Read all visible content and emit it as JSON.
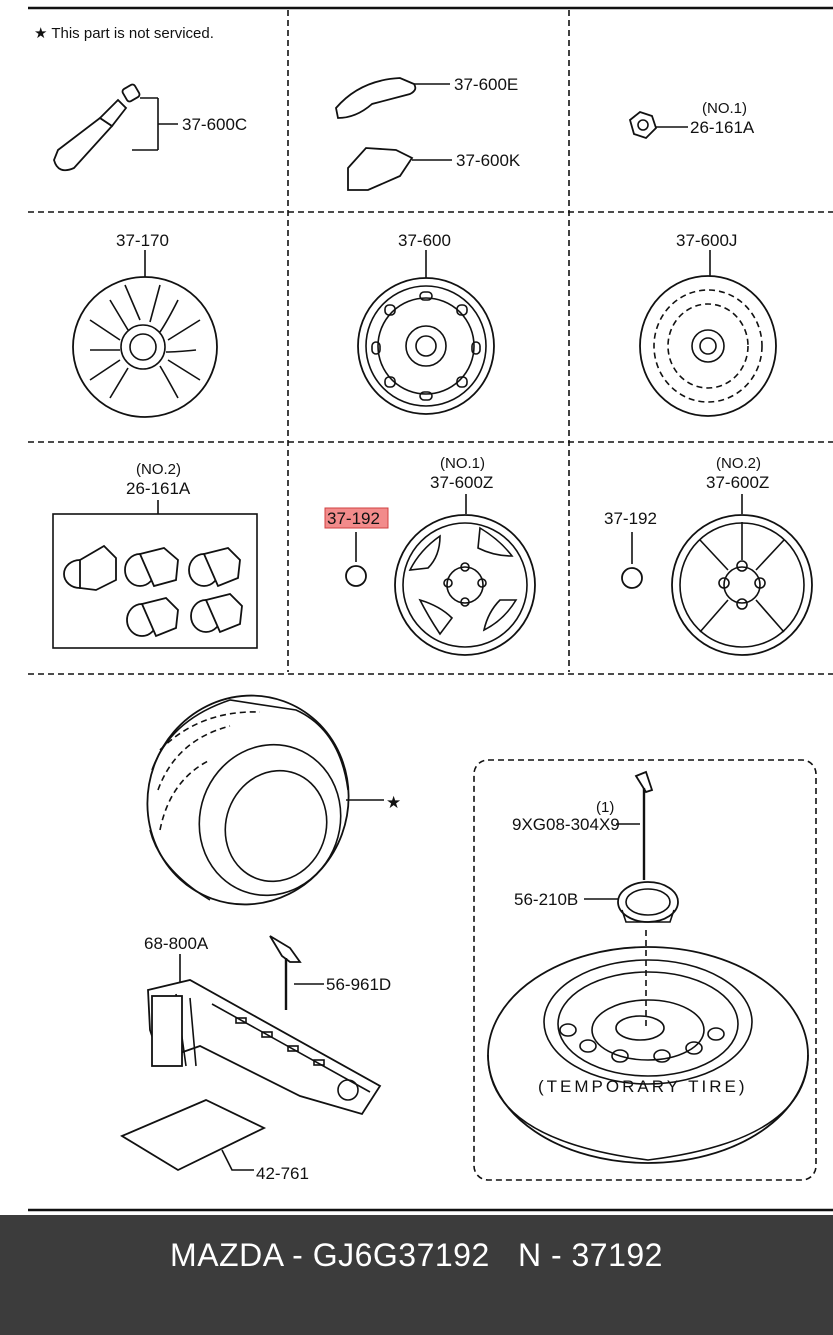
{
  "note": "★ This part is not serviced.",
  "parts": {
    "valve_stem": "37-600C",
    "weight_e": "37-600E",
    "weight_k": "37-600K",
    "nut_no": "(NO.1)",
    "nut": "26-161A",
    "wheel_cap": "37-170",
    "steel_wheel": "37-600",
    "spare_wheel": "37-600J",
    "nuts_no": "(NO.2)",
    "nuts": "26-161A",
    "cap_highlight": "37-192",
    "alloy1_no": "(NO.1)",
    "alloy1": "37-600Z",
    "cap2": "37-192",
    "alloy2_no": "(NO.2)",
    "alloy2": "37-600Z",
    "tire_star": "★",
    "jack": "68-800A",
    "jack_handle": "56-961D",
    "label_sheet": "42-761",
    "bolt_no": "(1)",
    "bolt": "9XG08-304X9",
    "plate": "56-210B",
    "temp_tire": "(TEMPORARY TIRE)"
  },
  "footer": {
    "text": "MAZDA - GJ6G37192   N - 37192"
  },
  "colors": {
    "highlight": "#f28b8b",
    "footer_bg": "#3c3c3c"
  }
}
